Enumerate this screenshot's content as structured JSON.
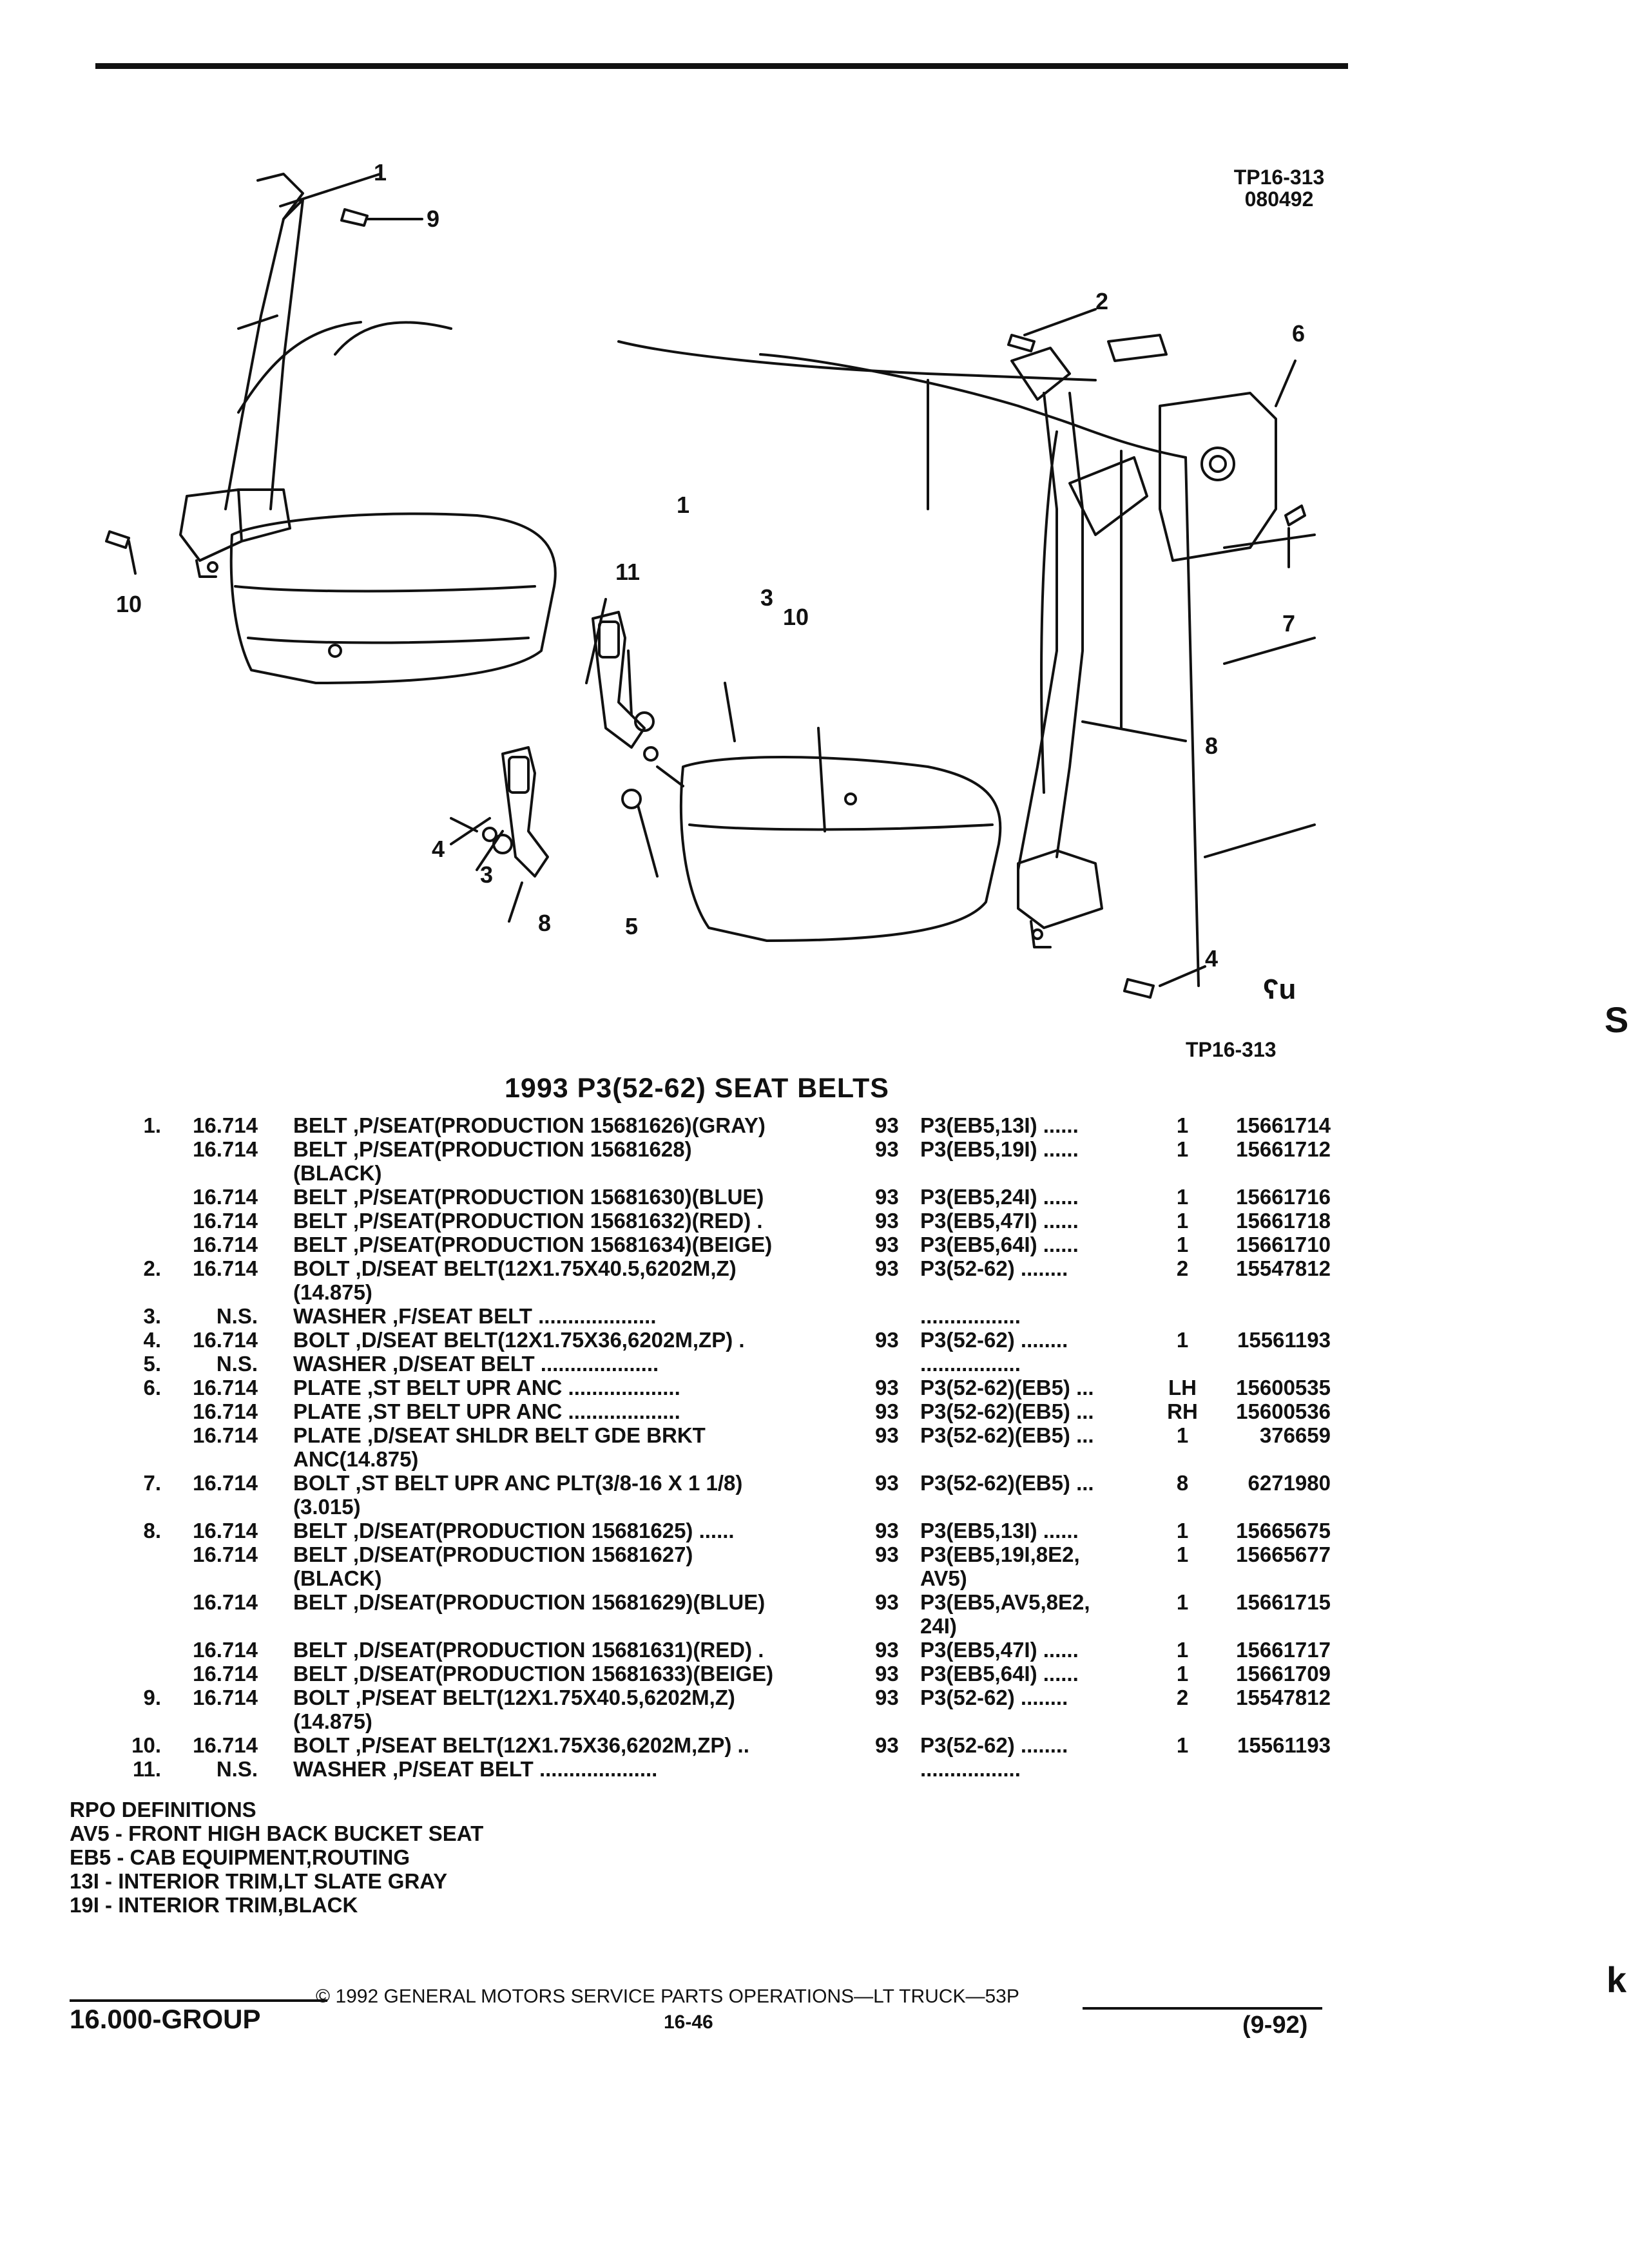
{
  "header": {
    "ref_code": "TP16-313",
    "date_code": "080492"
  },
  "figure": {
    "caption": "TP16-313",
    "callouts": [
      "1",
      "9",
      "2",
      "6",
      "10",
      "7",
      "1",
      "11",
      "3",
      "10",
      "8",
      "4",
      "3",
      "8",
      "5",
      "4"
    ],
    "corner_mark": "ʕu"
  },
  "title": "1993 P3(52-62) SEAT BELTS",
  "parts": [
    {
      "ref": "1.",
      "group": "16.714",
      "desc": "BELT ,P/SEAT(PRODUCTION 15681626)(GRAY)",
      "cont": "",
      "yr": "93",
      "app": "P3(EB5,13I) ......",
      "app2": "",
      "qty": "1",
      "part": "15661714"
    },
    {
      "ref": "",
      "group": "16.714",
      "desc": "BELT ,P/SEAT(PRODUCTION 15681628)",
      "cont": "(BLACK)",
      "yr": "93",
      "app": "P3(EB5,19I) ......",
      "app2": "",
      "qty": "1",
      "part": "15661712"
    },
    {
      "ref": "",
      "group": "16.714",
      "desc": "BELT ,P/SEAT(PRODUCTION 15681630)(BLUE)",
      "cont": "",
      "yr": "93",
      "app": "P3(EB5,24I) ......",
      "app2": "",
      "qty": "1",
      "part": "15661716"
    },
    {
      "ref": "",
      "group": "16.714",
      "desc": "BELT ,P/SEAT(PRODUCTION 15681632)(RED)  .",
      "cont": "",
      "yr": "93",
      "app": "P3(EB5,47I) ......",
      "app2": "",
      "qty": "1",
      "part": "15661718"
    },
    {
      "ref": "",
      "group": "16.714",
      "desc": "BELT ,P/SEAT(PRODUCTION 15681634)(BEIGE)",
      "cont": "",
      "yr": "93",
      "app": "P3(EB5,64I) ......",
      "app2": "",
      "qty": "1",
      "part": "15661710"
    },
    {
      "ref": "2.",
      "group": "16.714",
      "desc": "BOLT ,D/SEAT BELT(12X1.75X40.5,6202M,Z)",
      "cont": "(14.875)",
      "yr": "93",
      "app": "P3(52-62) ........",
      "app2": "",
      "qty": "2",
      "part": "15547812"
    },
    {
      "ref": "3.",
      "group": "N.S.",
      "desc": "WASHER ,F/SEAT BELT ....................",
      "cont": "",
      "yr": "",
      "app": ".................",
      "app2": "",
      "qty": "",
      "part": ""
    },
    {
      "ref": "4.",
      "group": "16.714",
      "desc": "BOLT ,D/SEAT BELT(12X1.75X36,6202M,ZP)  .",
      "cont": "",
      "yr": "93",
      "app": "P3(52-62) ........",
      "app2": "",
      "qty": "1",
      "part": "15561193"
    },
    {
      "ref": "5.",
      "group": "N.S.",
      "desc": "WASHER ,D/SEAT BELT ....................",
      "cont": "",
      "yr": "",
      "app": ".................",
      "app2": "",
      "qty": "",
      "part": ""
    },
    {
      "ref": "6.",
      "group": "16.714",
      "desc": "PLATE ,ST BELT UPR ANC ...................",
      "cont": "",
      "yr": "93",
      "app": "P3(52-62)(EB5) ...",
      "app2": "",
      "qty": "LH",
      "part": "15600535"
    },
    {
      "ref": "",
      "group": "16.714",
      "desc": "PLATE ,ST BELT UPR ANC ...................",
      "cont": "",
      "yr": "93",
      "app": "P3(52-62)(EB5) ...",
      "app2": "",
      "qty": "RH",
      "part": "15600536"
    },
    {
      "ref": "",
      "group": "16.714",
      "desc": "PLATE ,D/SEAT SHLDR BELT GDE BRKT",
      "cont": "ANC(14.875)",
      "yr": "93",
      "app": "P3(52-62)(EB5) ...",
      "app2": "",
      "qty": "1",
      "part": "376659"
    },
    {
      "ref": "7.",
      "group": "16.714",
      "desc": "BOLT ,ST BELT UPR ANC PLT(3/8-16 X 1 1/8)",
      "cont": "(3.015)",
      "yr": "93",
      "app": "P3(52-62)(EB5) ...",
      "app2": "",
      "qty": "8",
      "part": "6271980"
    },
    {
      "ref": "8.",
      "group": "16.714",
      "desc": "BELT ,D/SEAT(PRODUCTION 15681625) ......",
      "cont": "",
      "yr": "93",
      "app": "P3(EB5,13I) ......",
      "app2": "",
      "qty": "1",
      "part": "15665675"
    },
    {
      "ref": "",
      "group": "16.714",
      "desc": "BELT ,D/SEAT(PRODUCTION 15681627)",
      "cont": "(BLACK)",
      "yr": "93",
      "app": "P3(EB5,19I,8E2,",
      "app2": "AV5)",
      "qty": "1",
      "part": "15665677"
    },
    {
      "ref": "",
      "group": "16.714",
      "desc": "BELT ,D/SEAT(PRODUCTION 15681629)(BLUE)",
      "cont": "",
      "yr": "93",
      "app": "P3(EB5,AV5,8E2,",
      "app2": "24I)",
      "qty": "1",
      "part": "15661715"
    },
    {
      "ref": "",
      "group": "16.714",
      "desc": "BELT ,D/SEAT(PRODUCTION 15681631)(RED)  .",
      "cont": "",
      "yr": "93",
      "app": "P3(EB5,47I) ......",
      "app2": "",
      "qty": "1",
      "part": "15661717"
    },
    {
      "ref": "",
      "group": "16.714",
      "desc": "BELT ,D/SEAT(PRODUCTION 15681633)(BEIGE)",
      "cont": "",
      "yr": "93",
      "app": "P3(EB5,64I) ......",
      "app2": "",
      "qty": "1",
      "part": "15661709"
    },
    {
      "ref": "9.",
      "group": "16.714",
      "desc": "BOLT ,P/SEAT BELT(12X1.75X40.5,6202M,Z)",
      "cont": "(14.875)",
      "yr": "93",
      "app": "P3(52-62) ........",
      "app2": "",
      "qty": "2",
      "part": "15547812"
    },
    {
      "ref": "10.",
      "group": "16.714",
      "desc": "BOLT ,P/SEAT BELT(12X1.75X36,6202M,ZP) ..",
      "cont": "",
      "yr": "93",
      "app": "P3(52-62) ........",
      "app2": "",
      "qty": "1",
      "part": "15561193"
    },
    {
      "ref": "11.",
      "group": "N.S.",
      "desc": "WASHER ,P/SEAT BELT ....................",
      "cont": "",
      "yr": "",
      "app": ".................",
      "app2": "",
      "qty": "",
      "part": ""
    }
  ],
  "rpo": {
    "heading": "RPO DEFINITIONS",
    "items": [
      "AV5 - FRONT HIGH BACK BUCKET SEAT",
      "EB5 - CAB EQUIPMENT,ROUTING",
      "13I - INTERIOR TRIM,LT SLATE GRAY",
      "19I - INTERIOR TRIM,BLACK"
    ]
  },
  "footer": {
    "copyright": "© 1992  GENERAL MOTORS SERVICE PARTS OPERATIONS—LT TRUCK—53P",
    "group": "16.000-GROUP",
    "page": "16-46",
    "rev": "(9-92)"
  },
  "margin_marks": [
    "S",
    "k"
  ]
}
